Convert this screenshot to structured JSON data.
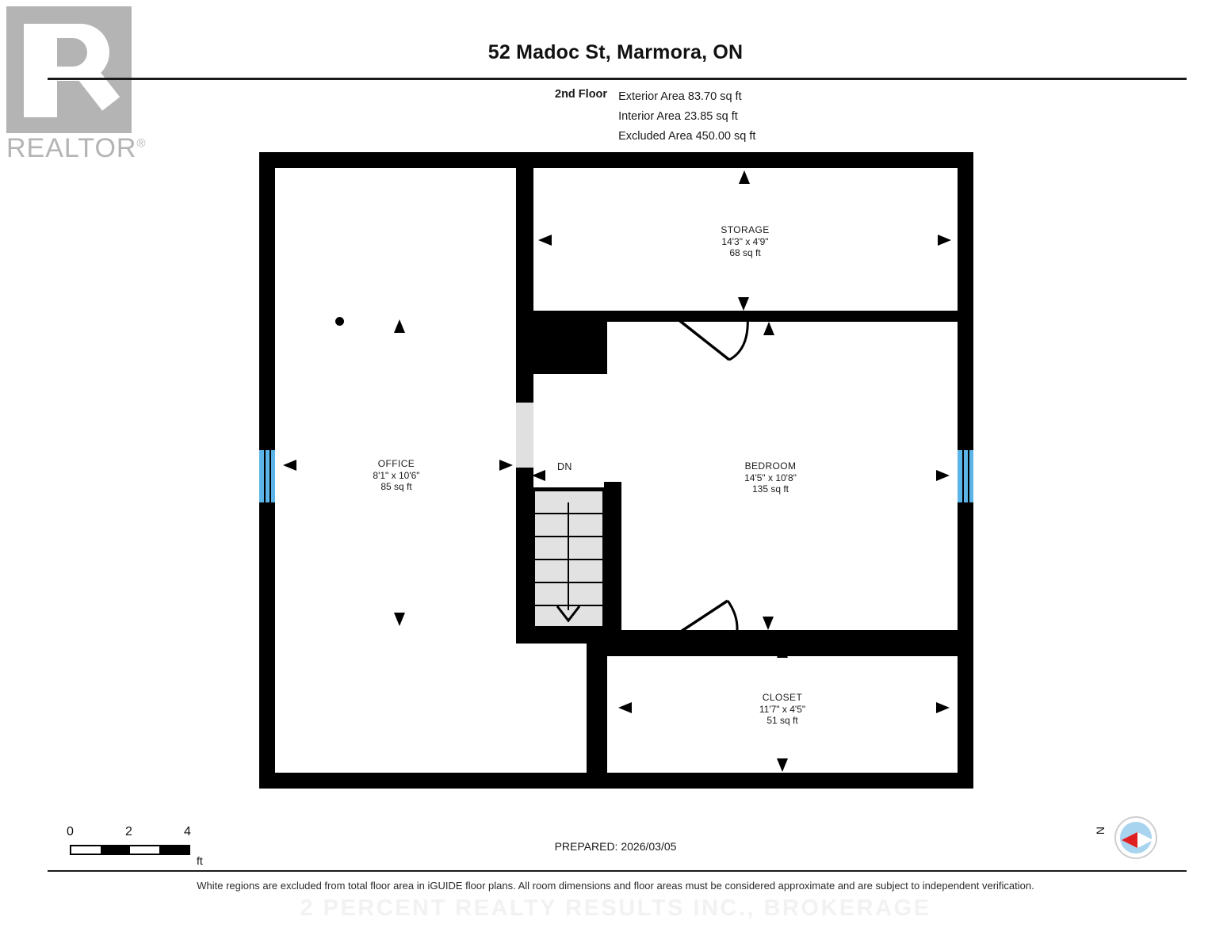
{
  "logo": {
    "name": "REALTOR",
    "registered_mark": "®"
  },
  "header": {
    "title": "52 Madoc St, Marmora, ON",
    "floor_label": "2nd Floor",
    "areas": [
      "Exterior Area 83.70 sq ft",
      "Interior Area 23.85 sq ft",
      "Excluded Area 450.00 sq ft"
    ]
  },
  "floorplan": {
    "stairs_label": "DN",
    "rooms": [
      {
        "id": "storage",
        "name": "STORAGE",
        "dimensions": "14'3\" x 4'9\"",
        "area": "68 sq ft"
      },
      {
        "id": "office",
        "name": "OFFICE",
        "dimensions": "8'1\" x 10'6\"",
        "area": "85 sq ft"
      },
      {
        "id": "bedroom",
        "name": "BEDROOM",
        "dimensions": "14'5\" x 10'8\"",
        "area": "135 sq ft"
      },
      {
        "id": "closet",
        "name": "CLOSET",
        "dimensions": "11'7\" x 4'5\"",
        "area": "51 sq ft"
      }
    ],
    "colors": {
      "wall": "#000000",
      "window": "#5bb4e8",
      "stair_tread": "#e2e2e2",
      "door_threshold": "#e0e0e0"
    }
  },
  "footer": {
    "scale": {
      "ticks": [
        "0",
        "2",
        "4"
      ],
      "unit": "ft"
    },
    "prepared": "PREPARED: 2026/03/05",
    "compass_label": "N",
    "disclaimer": "White regions are excluded from total floor area in iGUIDE floor plans. All room dimensions and floor areas must be considered approximate and are subject to independent verification.",
    "watermark": "2 PERCENT REALTY RESULTS INC., BROKERAGE"
  }
}
